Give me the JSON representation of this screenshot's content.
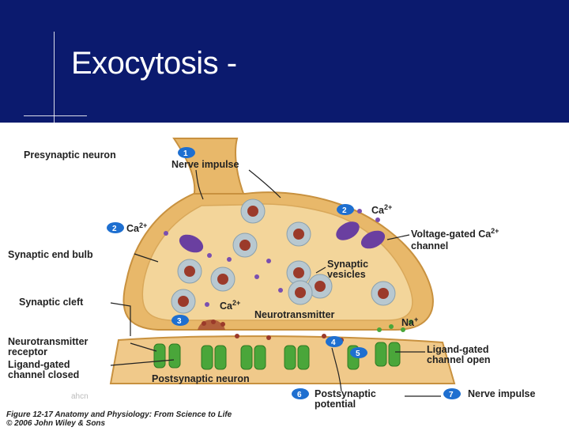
{
  "slide": {
    "title": "Exocytosis -"
  },
  "diagram": {
    "labels": {
      "presynaptic_neuron": "Presynaptic neuron",
      "nerve_impulse_1": "Nerve impulse",
      "ca_2_left": "Ca",
      "ca_2_right": "Ca",
      "ca_vesicle": "Ca",
      "voltage_gated_1": "Voltage-gated Ca",
      "voltage_gated_2": "channel",
      "synaptic_end_bulb": "Synaptic end bulb",
      "synaptic_vesicles_1": "Synaptic",
      "synaptic_vesicles_2": "vesicles",
      "synaptic_cleft": "Synaptic cleft",
      "neurotransmitter": "Neurotransmitter",
      "na": "Na",
      "nt_receptor_1": "Neurotransmitter",
      "nt_receptor_2": "receptor",
      "lg_closed_1": "Ligand-gated",
      "lg_closed_2": "channel closed",
      "lg_open_1": "Ligand-gated",
      "lg_open_2": "channel open",
      "postsynaptic_neuron": "Postsynaptic neuron",
      "postsynaptic_potential_1": "Postsynaptic",
      "postsynaptic_potential_2": "potential",
      "nerve_impulse_7": "Nerve impulse",
      "sup_2plus": "2+",
      "sup_plus": "+"
    },
    "steps": [
      "1",
      "2",
      "2",
      "3",
      "4",
      "5",
      "6",
      "7"
    ],
    "caption_1": "Figure 12-17  Anatomy and Physiology: From Science to Life",
    "caption_2": "© 2006 John Wiley & Sons",
    "watermark": "ahcn"
  },
  "colors": {
    "header_bg": "#0b1a6e",
    "membrane": "#e8b86a",
    "cytoplasm": "#f3d59a",
    "vesicle": "#b8c8d0",
    "neurotransmitter_dot": "#9b3a2a",
    "ca_dot": "#7a4fb0",
    "channel": "#6a3fa0",
    "receptor": "#4aa63a",
    "step_badge": "#1e6fd0"
  }
}
